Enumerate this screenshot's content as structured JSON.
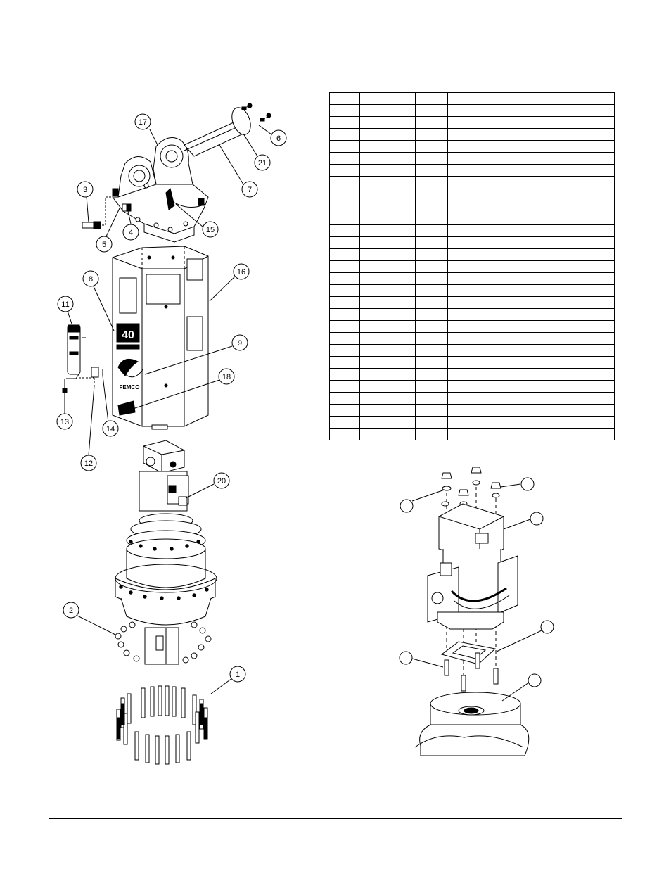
{
  "left_diagram": {
    "callouts": [
      {
        "id": "17",
        "label": "17"
      },
      {
        "id": "6",
        "label": "6"
      },
      {
        "id": "21",
        "label": "21"
      },
      {
        "id": "7",
        "label": "7"
      },
      {
        "id": "3",
        "label": "3"
      },
      {
        "id": "15",
        "label": "15"
      },
      {
        "id": "4",
        "label": "4"
      },
      {
        "id": "5",
        "label": "5"
      },
      {
        "id": "16",
        "label": "16"
      },
      {
        "id": "8",
        "label": "8"
      },
      {
        "id": "11",
        "label": "11"
      },
      {
        "id": "9",
        "label": "9"
      },
      {
        "id": "18",
        "label": "18"
      },
      {
        "id": "13",
        "label": "13"
      },
      {
        "id": "14",
        "label": "14"
      },
      {
        "id": "12",
        "label": "12"
      },
      {
        "id": "20",
        "label": "20"
      },
      {
        "id": "2",
        "label": "2"
      },
      {
        "id": "1",
        "label": "1"
      }
    ],
    "logo_text": "FEMCO",
    "model_text": "40"
  },
  "parts_table": {
    "row_count": 29,
    "column_count": 4,
    "heavy_rule_after_row": 7
  },
  "right_diagram": {
    "blank_callouts": 6
  }
}
